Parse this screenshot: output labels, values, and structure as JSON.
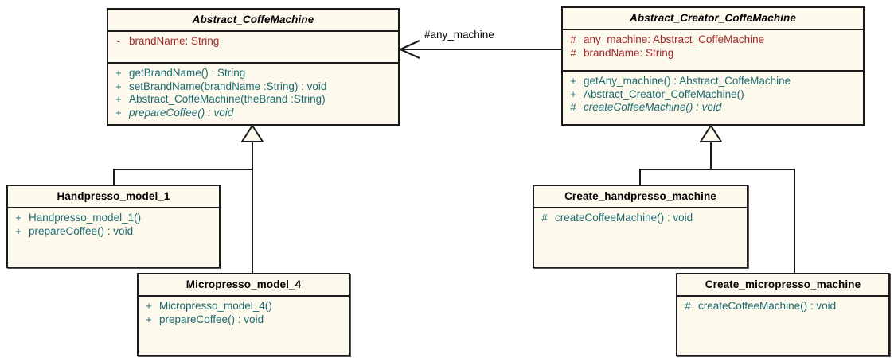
{
  "diagram": {
    "title": "Abstract Factory UML class diagram",
    "colors": {
      "box_fill": "#fdf9ec",
      "box_border": "#1a1a1a",
      "class_name": "#000000",
      "attribute": "#9e2a2a",
      "method": "#1c6b72",
      "line": "#1a1a1a",
      "canvas": "#ffffff"
    }
  },
  "classes": {
    "abstract_coffe_machine": {
      "name": "Abstract_CoffeMachine",
      "abstract": true,
      "attributes": [
        {
          "visibility": "-",
          "text": "brandName:  String"
        }
      ],
      "methods": [
        {
          "visibility": "+",
          "text": "getBrandName() : String",
          "abstract": false
        },
        {
          "visibility": "+",
          "text": "setBrandName(brandName :String) : void",
          "abstract": false
        },
        {
          "visibility": "+",
          "text": "Abstract_CoffeMachine(theBrand :String)",
          "abstract": false
        },
        {
          "visibility": "+",
          "text": "prepareCoffee() : void",
          "abstract": true
        }
      ]
    },
    "abstract_creator_coffe_machine": {
      "name": "Abstract_Creator_CoffeMachine",
      "abstract": true,
      "attributes": [
        {
          "visibility": "#",
          "text": "any_machine:  Abstract_CoffeMachine"
        },
        {
          "visibility": "#",
          "text": "brandName:  String"
        }
      ],
      "methods": [
        {
          "visibility": "+",
          "text": "getAny_machine() : Abstract_CoffeMachine",
          "abstract": false
        },
        {
          "visibility": "+",
          "text": "Abstract_Creator_CoffeMachine()",
          "abstract": false
        },
        {
          "visibility": "#",
          "text": "createCoffeeMachine() : void",
          "abstract": true
        }
      ]
    },
    "handpresso_model_1": {
      "name": "Handpresso_model_1",
      "abstract": false,
      "attributes": [],
      "methods": [
        {
          "visibility": "+",
          "text": "Handpresso_model_1()",
          "abstract": false
        },
        {
          "visibility": "+",
          "text": "prepareCoffee() : void",
          "abstract": false
        }
      ]
    },
    "micropresso_model_4": {
      "name": "Micropresso_model_4",
      "abstract": false,
      "attributes": [],
      "methods": [
        {
          "visibility": "+",
          "text": "Micropresso_model_4()",
          "abstract": false
        },
        {
          "visibility": "+",
          "text": "prepareCoffee() : void",
          "abstract": false
        }
      ]
    },
    "create_handpresso_machine": {
      "name": "Create_handpresso_machine",
      "abstract": false,
      "attributes": [],
      "methods": [
        {
          "visibility": "#",
          "text": "createCoffeeMachine() : void",
          "abstract": false
        }
      ]
    },
    "create_micropresso_machine": {
      "name": "Create_micropresso_machine",
      "abstract": false,
      "attributes": [],
      "methods": [
        {
          "visibility": "#",
          "text": "createCoffeeMachine() : void",
          "abstract": false
        }
      ]
    }
  },
  "relationships": {
    "association": {
      "label": "#any_machine",
      "from": "Abstract_Creator_CoffeMachine",
      "to": "Abstract_CoffeMachine",
      "kind": "directed-association"
    },
    "generalizations": [
      {
        "child": "Handpresso_model_1",
        "parent": "Abstract_CoffeMachine"
      },
      {
        "child": "Micropresso_model_4",
        "parent": "Abstract_CoffeMachine"
      },
      {
        "child": "Create_handpresso_machine",
        "parent": "Abstract_Creator_CoffeMachine"
      },
      {
        "child": "Create_micropresso_machine",
        "parent": "Abstract_Creator_CoffeMachine"
      }
    ]
  }
}
